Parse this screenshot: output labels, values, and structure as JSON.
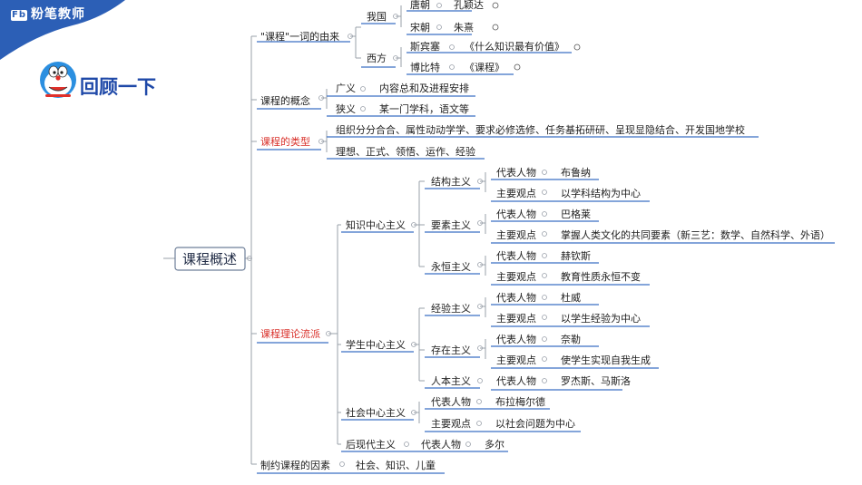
{
  "brand": {
    "logo": "Fb",
    "name": "粉笔教师"
  },
  "review_title": "回顾一下",
  "mindmap": {
    "root": "课程概述",
    "branches": {
      "origin": {
        "label": "\"课程\"一词的由来",
        "china": {
          "label": "我国",
          "tang": {
            "era": "唐朝",
            "person": "孔颖达"
          },
          "song": {
            "era": "宋朝",
            "person": "朱熹"
          }
        },
        "west": {
          "label": "西方",
          "spencer": {
            "person": "斯宾塞",
            "work": "《什么知识最有价值》"
          },
          "bobbitt": {
            "person": "博比特",
            "work": "《课程》"
          }
        }
      },
      "concept": {
        "label": "课程的概念",
        "broad": {
          "label": "广义",
          "desc": "内容总和及进程安排"
        },
        "narrow": {
          "label": "狭义",
          "desc": "某一门学科，语文等"
        }
      },
      "types": {
        "label": "课程的类型",
        "line1": "组织分分合合、属性动动学学、要求必修选修、任务基拓研研、呈现显隐结合、开发国地学校",
        "line2": "理想、正式、领悟、运作、经验"
      },
      "schools": {
        "label": "课程理论流派",
        "rep_label": "代表人物",
        "view_label": "主要观点",
        "knowledge": {
          "label": "知识中心主义",
          "structuralism": {
            "label": "结构主义",
            "person": "布鲁纳",
            "view": "以学科结构为中心"
          },
          "essentialism": {
            "label": "要素主义",
            "person": "巴格莱",
            "view": "掌握人类文化的共同要素（新三艺：数学、自然科学、外语）"
          },
          "perennialism": {
            "label": "永恒主义",
            "person": "赫钦斯",
            "view": "教育性质永恒不变"
          }
        },
        "student": {
          "label": "学生中心主义",
          "experientialism": {
            "label": "经验主义",
            "person": "杜威",
            "view": "以学生经验为中心"
          },
          "existentialism": {
            "label": "存在主义",
            "person": "奈勒",
            "view": "使学生实现自我生成"
          },
          "humanism": {
            "label": "人本主义",
            "person": "罗杰斯、马斯洛"
          }
        },
        "society": {
          "label": "社会中心主义",
          "person": "布拉梅尔德",
          "view": "以社会问题为中心"
        },
        "postmodern": {
          "label": "后现代主义",
          "person": "多尔"
        }
      },
      "factors": {
        "label": "制约课程的因素",
        "desc": "社会、知识、儿童"
      }
    }
  },
  "colors": {
    "accent": "#1f49a8",
    "line": "#3a6fc4",
    "red_text": "#d9302a",
    "dot": "#9aa0aa"
  }
}
